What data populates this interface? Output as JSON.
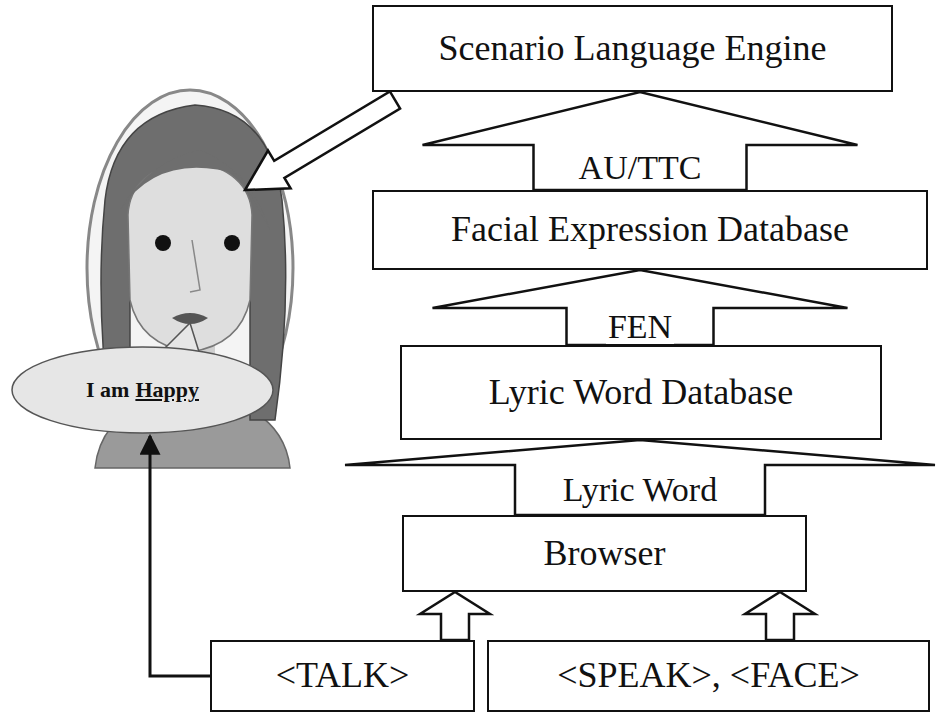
{
  "diagram": {
    "nodes": [
      {
        "text": [
          "Scenario Language Engine"
        ]
      },
      {
        "text": [
          "Facial Expression Database"
        ]
      },
      {
        "text": [
          "Lyric Word Database"
        ]
      },
      {
        "text": [
          "Browser"
        ]
      },
      {
        "text": [
          "<TALK>"
        ]
      },
      {
        "text": [
          "<SPEAK>, <FACE>"
        ]
      },
      {
        "text": [
          "I am",
          "Happy"
        ]
      }
    ],
    "edges": [
      {
        "from": 1,
        "to": 0,
        "arrow": "to",
        "label": "AU/TTC"
      },
      {
        "from": 2,
        "to": 1,
        "arrow": "to",
        "label": "FEN"
      },
      {
        "from": 3,
        "to": 2,
        "arrow": "to",
        "label": "Lyric Word"
      },
      {
        "from": 4,
        "to": 3,
        "arrow": "to"
      },
      {
        "from": 5,
        "to": 3,
        "arrow": "to"
      },
      {
        "from": 4,
        "to": 6,
        "arrow": "to"
      }
    ]
  }
}
